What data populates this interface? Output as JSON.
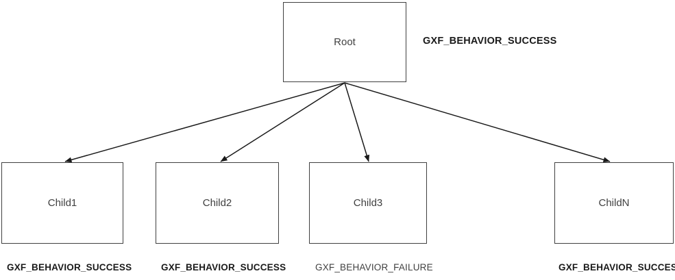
{
  "colors": {
    "canvas_bg": "#ffffff",
    "box_border": "#3f3f3f",
    "node_text": "#404040",
    "status_text": "#1a1a1a",
    "arrow": "#1a1a1a"
  },
  "root": {
    "label": "Root",
    "status": "GXF_BEHAVIOR_SUCCESS"
  },
  "children": [
    {
      "label": "Child1",
      "status": "GXF_BEHAVIOR_SUCCESS"
    },
    {
      "label": "Child2",
      "status": "GXF_BEHAVIOR_SUCCESS"
    },
    {
      "label": "Child3",
      "status": "GXF_BEHAVIOR_FAILURE"
    },
    {
      "label": "ChildN",
      "status": "GXF_BEHAVIOR_SUCCESS"
    }
  ]
}
